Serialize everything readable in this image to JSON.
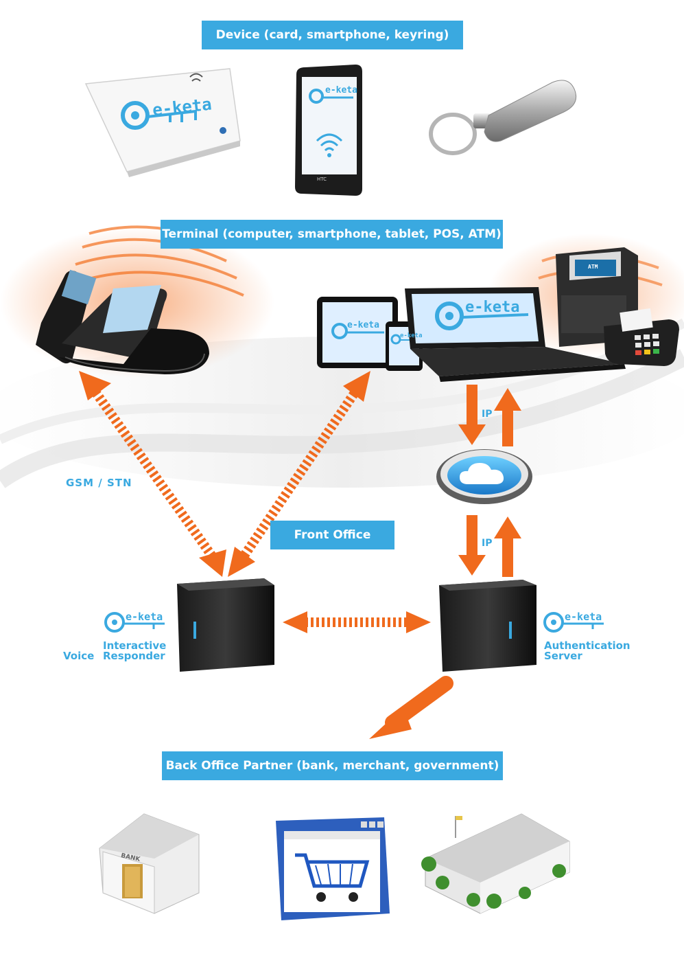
{
  "labels": {
    "device": "Device (card, smartphone, keyring)",
    "terminal": "Terminal (computer, smartphone, tablet, POS, ATM)",
    "front_office": "Front Office",
    "back_office": "Back Office Partner (bank, merchant, government)"
  },
  "connections": {
    "gsm": "GSM / STN",
    "ip_top": "IP",
    "ip_bottom": "IP"
  },
  "logo": {
    "brand": "e-keta"
  },
  "servers": {
    "ivr_line1": "Interactive",
    "ivr_line2a": "Voice",
    "ivr_line2b": "Responder",
    "auth_line1": "Authentication",
    "auth_line2": "Server"
  },
  "device_marks": {
    "phone_brand": "HTC",
    "atm_sign": "ATM",
    "bank_sign": "BANK"
  },
  "colors": {
    "label_blue": "#3aa9e0",
    "arrow_orange": "#f06a1d"
  }
}
